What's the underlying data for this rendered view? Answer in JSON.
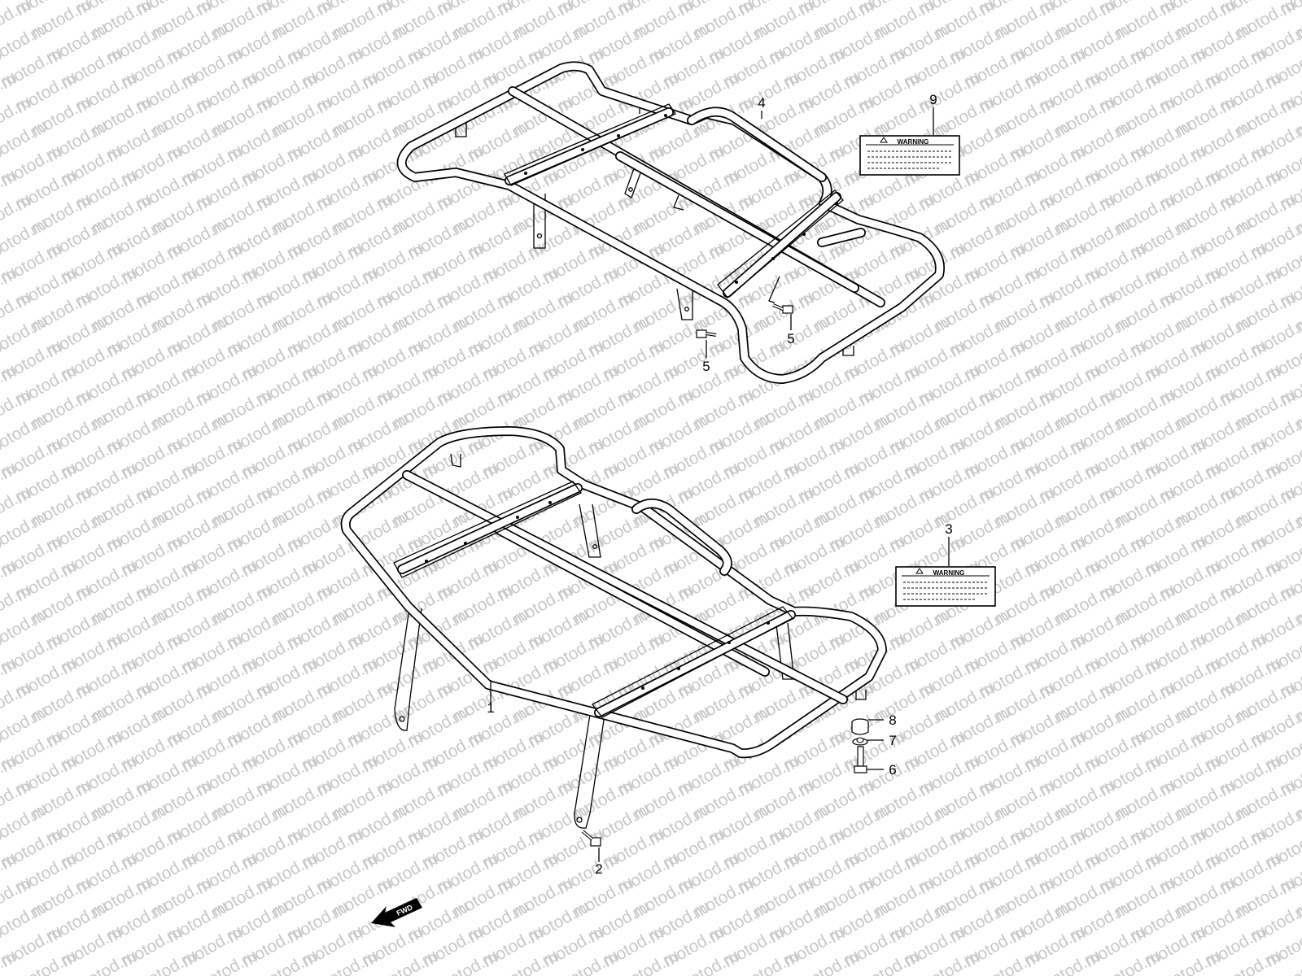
{
  "watermark": {
    "text": "motod.ru",
    "color": "#c9c9c9"
  },
  "parts": [
    {
      "number": "1",
      "item": "rear-carrier"
    },
    {
      "number": "2",
      "item": "bolt"
    },
    {
      "number": "3",
      "item": "warning-label"
    },
    {
      "number": "4",
      "item": "front-carrier"
    },
    {
      "number": "5",
      "item": "bolt"
    },
    {
      "number": "5",
      "item": "bolt"
    },
    {
      "number": "6",
      "item": "bolt"
    },
    {
      "number": "7",
      "item": "washer"
    },
    {
      "number": "8",
      "item": "cushion"
    },
    {
      "number": "9",
      "item": "warning-label"
    }
  ],
  "labels": {
    "warning": "WARNING"
  },
  "direction": {
    "text": "FWD"
  }
}
